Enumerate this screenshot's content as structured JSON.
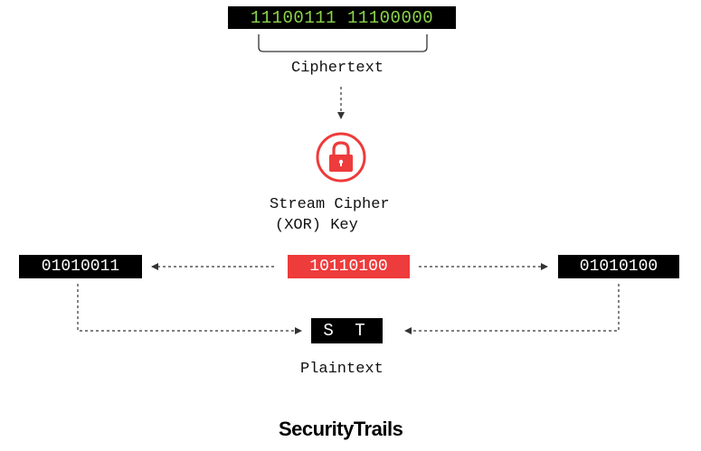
{
  "ciphertext": {
    "bits": "11100111 11100000",
    "label": "Ciphertext"
  },
  "cipher": {
    "label_line1": "Stream Cipher",
    "label_line2": "(XOR) Key",
    "icon": "lock-icon"
  },
  "left_bits": "01010011",
  "key_bits": "10110100",
  "right_bits": "01010100",
  "plaintext": {
    "chars": "S T",
    "label": "Plaintext"
  },
  "brand": "SecurityTrails",
  "colors": {
    "accent_red": "#ee3b3b",
    "ciphertext_green": "#8bd44a",
    "box_black": "#000000",
    "connector": "#333333"
  }
}
